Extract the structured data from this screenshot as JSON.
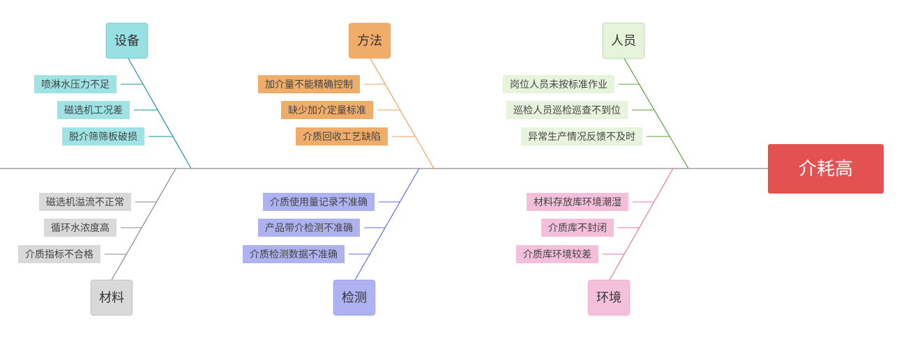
{
  "head": {
    "label": "介耗高",
    "color": "#e45151",
    "text_color": "#ffffff"
  },
  "spine_color": "#b8b8b8",
  "categories": [
    {
      "id": "equipment",
      "label": "设备",
      "position": "top",
      "color": "#1f8fa3",
      "fill": "#99e0e3",
      "cause_fill": "#9fe3e5",
      "causes": [
        "喷淋水压力不足",
        "磁选机工况差",
        "脱介筛筛板破损"
      ]
    },
    {
      "id": "method",
      "label": "方法",
      "position": "top",
      "color": "#f2a15c",
      "fill": "#f0ad6a",
      "cause_fill": "#f0ad6a",
      "causes": [
        "加介量不能精确控制",
        "缺少加介定量标准",
        "介质回收工艺缺陷"
      ]
    },
    {
      "id": "personnel",
      "label": "人员",
      "position": "top",
      "color": "#5a9b38",
      "fill": "#e7f4dc",
      "cause_fill": "#e7f4dc",
      "causes": [
        "岗位人员未按标准作业",
        "巡检人员巡检巡查不到位",
        "异常生产情况反馈不及时"
      ]
    },
    {
      "id": "material",
      "label": "材料",
      "position": "bottom",
      "color": "#888888",
      "fill": "#d9d9d9",
      "cause_fill": "#d9d9d9",
      "causes": [
        "磁选机溢流不正常",
        "循环水浓度高",
        "介质指标不合格"
      ]
    },
    {
      "id": "inspection",
      "label": "检测",
      "position": "bottom",
      "color": "#5b72d6",
      "fill": "#aeb2f0",
      "cause_fill": "#aeb2f0",
      "causes": [
        "介质使用量记录不准确",
        "产品带介检测不准确",
        "介质检测数据不准确"
      ]
    },
    {
      "id": "environment",
      "label": "环境",
      "position": "bottom",
      "color": "#e37aa9",
      "fill": "#f4bfda",
      "cause_fill": "#f4bfda",
      "causes": [
        "材料存放库环境潮湿",
        "介质库不封闭",
        "介质库环境较差"
      ]
    }
  ]
}
